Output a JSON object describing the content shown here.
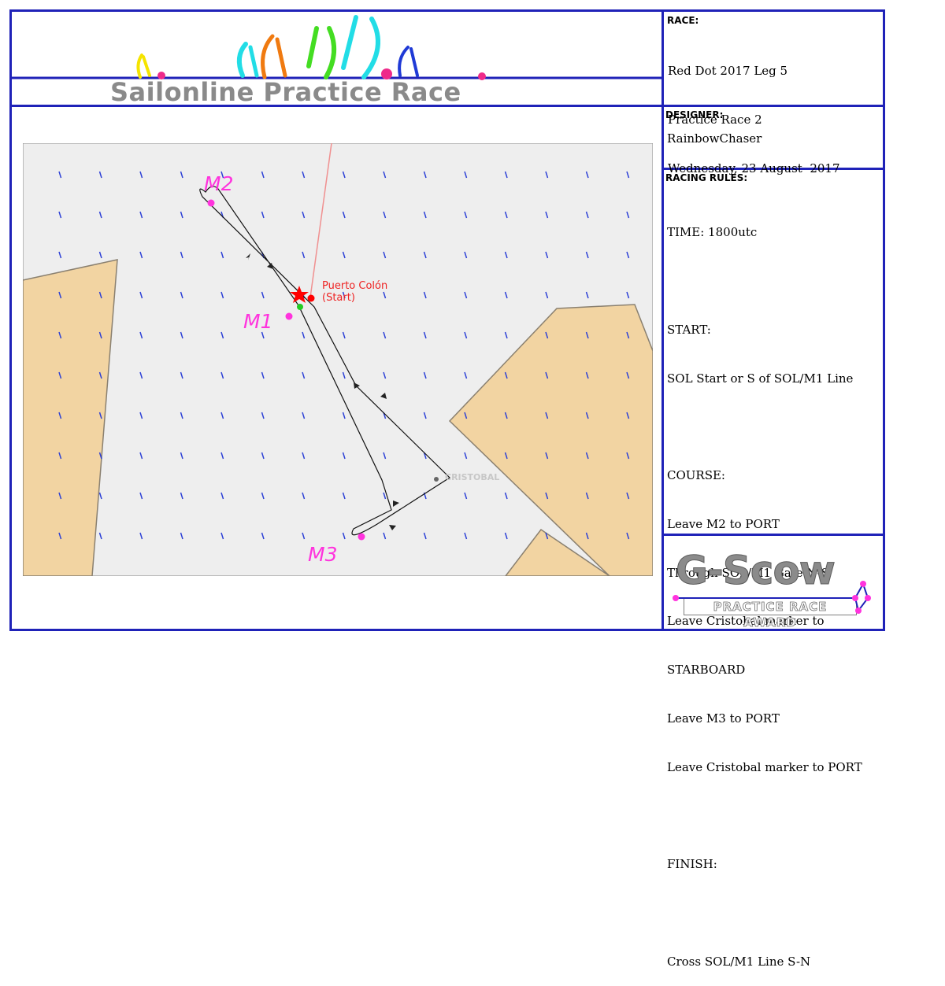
{
  "header": {
    "title": "Sailonline Practice Race"
  },
  "race": {
    "label": "RACE:",
    "lines": [
      "Red Dot 2017 Leg 5",
      "Practice Race 2",
      "Wednesday, 23 August  2017"
    ]
  },
  "designer": {
    "label": "DESIGNER:",
    "name": "RainbowChaser"
  },
  "rules": {
    "label": "RACING RULES:",
    "lines": [
      "TIME: 1800utc",
      "",
      "START:",
      "SOL Start or S of SOL/M1 Line",
      "",
      "COURSE:",
      "Leave M2 to PORT",
      "Through SOL/M1 Gate N-S",
      "Leave Cristobal marker to",
      "STARBOARD",
      "Leave M3 to PORT",
      "Leave Cristobal marker to PORT",
      "",
      "FINISH:",
      "",
      "Cross SOL/M1 Line S-N"
    ]
  },
  "map": {
    "start_label_1": "Puerto Colón",
    "start_label_2": "(Start)",
    "cristobal_label": "CRISTOBAL",
    "marks": {
      "m1": "M1",
      "m2": "M2",
      "m3": "M3"
    },
    "colors": {
      "sea": "#eeeeee",
      "land": "#f2d4a2",
      "land_edge": "#8a8070",
      "wind": "#2b3fd6",
      "route": "#000000",
      "mark": "#ff33dd",
      "start": "#ff0000",
      "m1_green": "#22cc22"
    }
  },
  "logo": {
    "name": "G-Scow",
    "subtitle": "PRACTICE RACE AWARD"
  },
  "colors": {
    "frame": "#1f22b8"
  }
}
